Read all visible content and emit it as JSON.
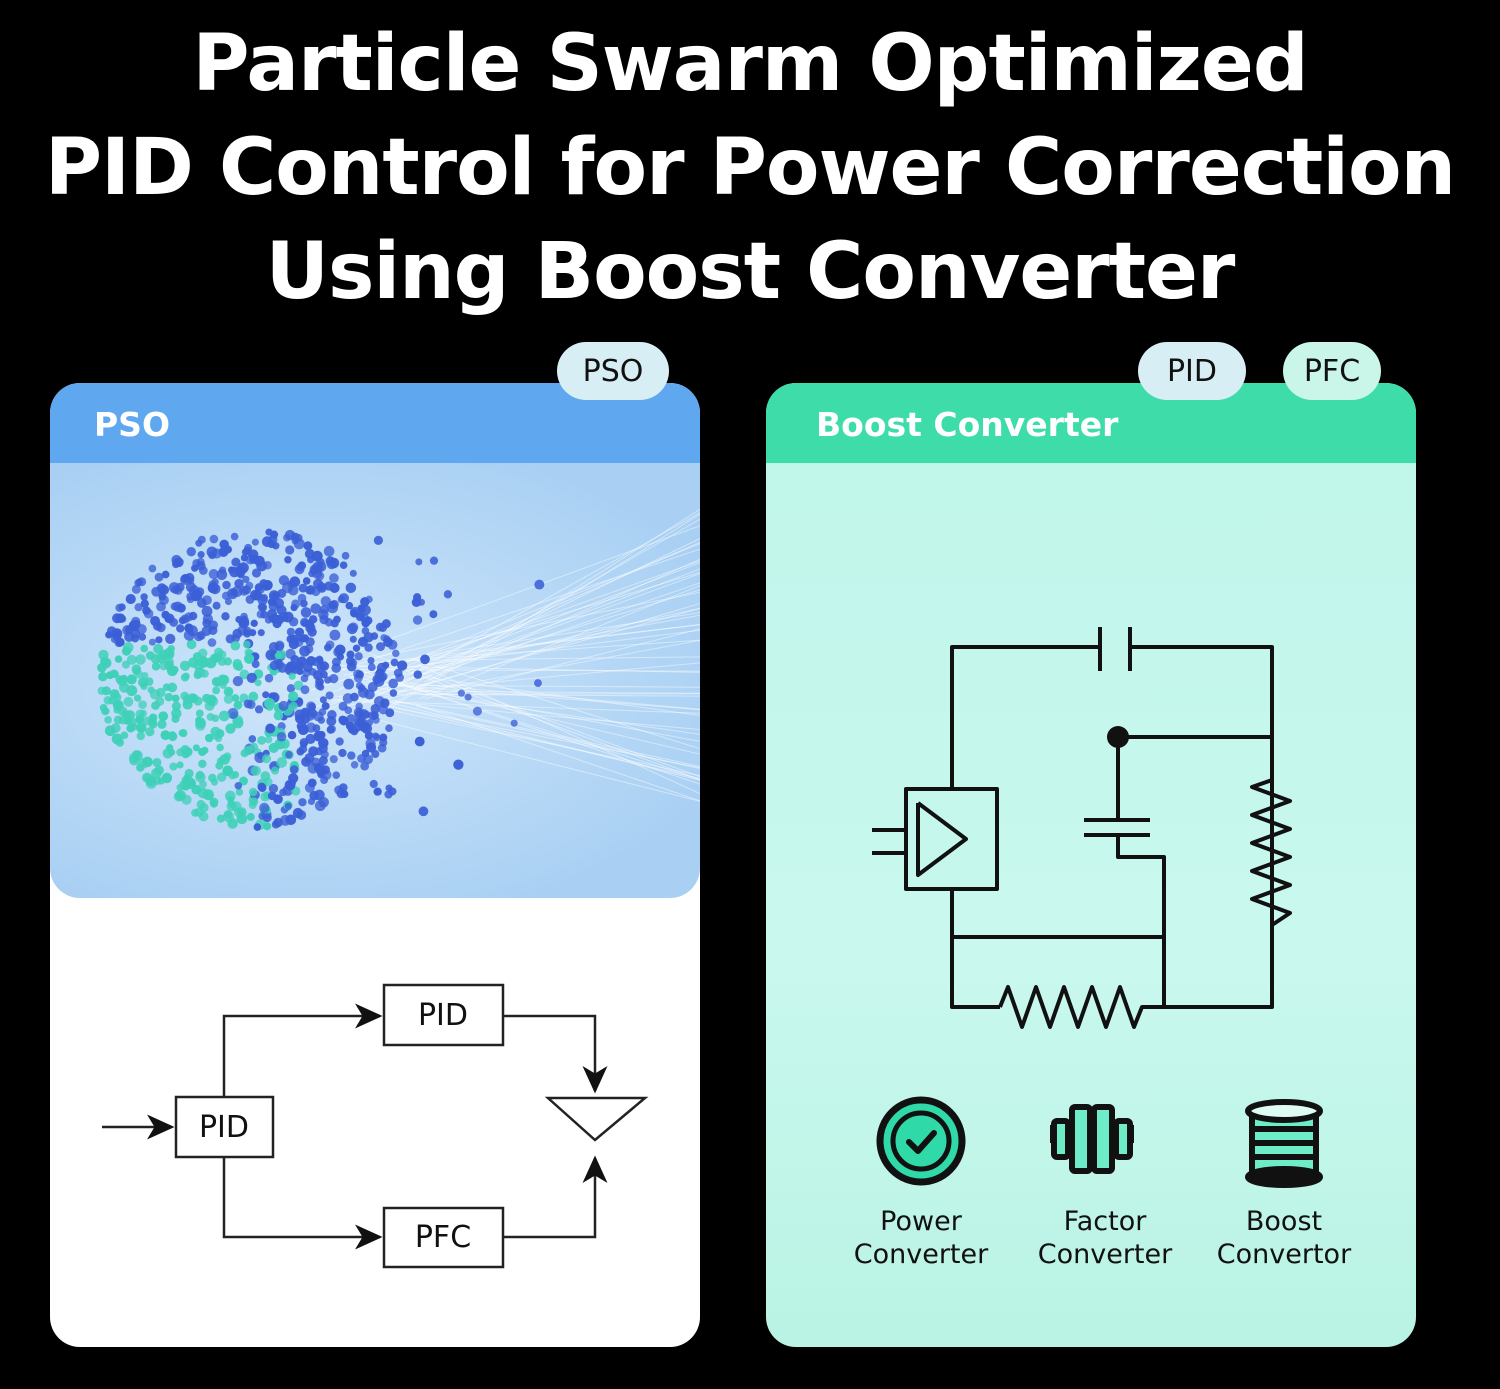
{
  "title": {
    "line1": "Particle Swarm Optimized",
    "line2": "PID Control for Power Correction",
    "line3": "Using Boost Converter"
  },
  "left_card": {
    "header": "PSO",
    "tag": "PSO",
    "diagram": {
      "input_block": "PID",
      "top_block": "PID",
      "bottom_block": "PFC"
    }
  },
  "right_card": {
    "header": "Boost Converter",
    "tags": [
      "PID",
      "PFC"
    ],
    "icons": [
      {
        "icon": "check-circle-icon",
        "line1": "Power",
        "line2": "Converter"
      },
      {
        "icon": "dumbbell-icon",
        "line1": "Factor",
        "line2": "Converter"
      },
      {
        "icon": "coil-stack-icon",
        "line1": "Boost",
        "line2": "Convertor"
      }
    ]
  },
  "colors": {
    "pso_header": "#5fa7ee",
    "boost_header": "#3ddca9",
    "particle_blue": "#3b5fd6",
    "particle_teal": "#3fd0b8"
  }
}
